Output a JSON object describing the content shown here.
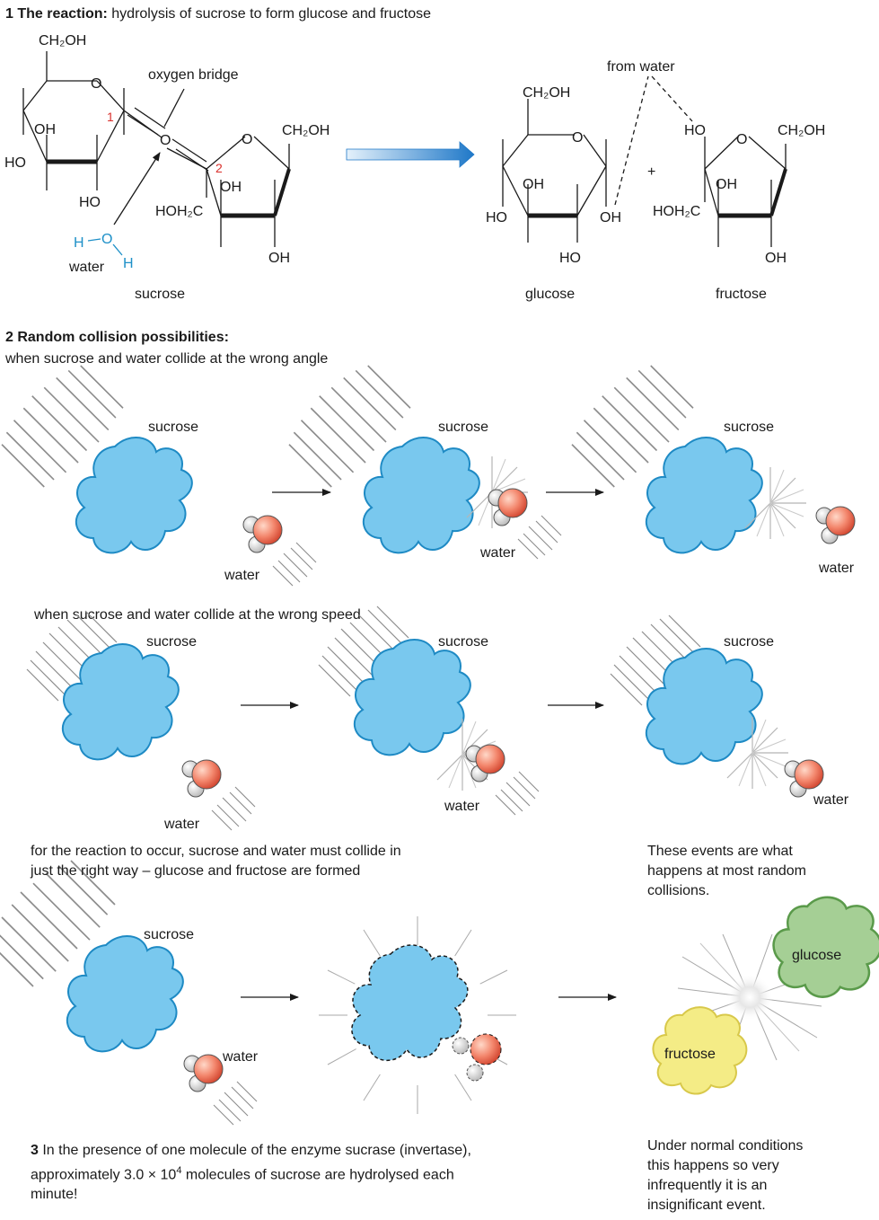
{
  "section1": {
    "number": "1",
    "heading": "The reaction:",
    "text": "hydrolysis of sucrose to form glucose and fructose",
    "oxygen_bridge": "oxygen bridge",
    "from_water": "from water",
    "water": "water",
    "sucrose": "sucrose",
    "glucose": "glucose",
    "fructose": "fructose",
    "plus": "+",
    "ch2oh": "CH₂OH",
    "hoh2c": "HOH₂C",
    "oh": "OH",
    "ho": "HO",
    "o": "O",
    "h": "H",
    "carbon1": "1",
    "carbon2": "2"
  },
  "section2": {
    "heading": "2 Random collision possibilities:",
    "wrong_angle": "when sucrose and water collide at the wrong angle",
    "wrong_speed": "when sucrose and water collide at the wrong speed",
    "right_way_line1": "for the reaction to occur, sucrose and water must collide in",
    "right_way_line2": "just the right way – glucose and fructose are formed",
    "events_line1": "These events are what",
    "events_line2": "happens at most random",
    "events_line3": "collisions.",
    "normal_line1": "Under normal conditions",
    "normal_line2": "this happens so very",
    "normal_line3": "infrequently it is an",
    "normal_line4": "insignificant event."
  },
  "section3": {
    "number": "3",
    "line1": "In the presence of one molecule of the enzyme sucrase (invertase),",
    "line2_pre": "approximately 3.0 × 10",
    "line2_sup": "4",
    "line2_post": " molecules of sucrose are hydrolysed each",
    "line3": "minute!"
  },
  "colors": {
    "sucrose_fill": "#79c8ee",
    "sucrose_stroke": "#1e8ac4",
    "oxygen_atom": "#e8604a",
    "hydrogen_atom": "#d9d9d9",
    "glucose_fill": "#a5cf95",
    "fructose_fill": "#f4ec86",
    "water_label_blue": "#1e90c8",
    "carbon_number_red": "#d9302c"
  }
}
